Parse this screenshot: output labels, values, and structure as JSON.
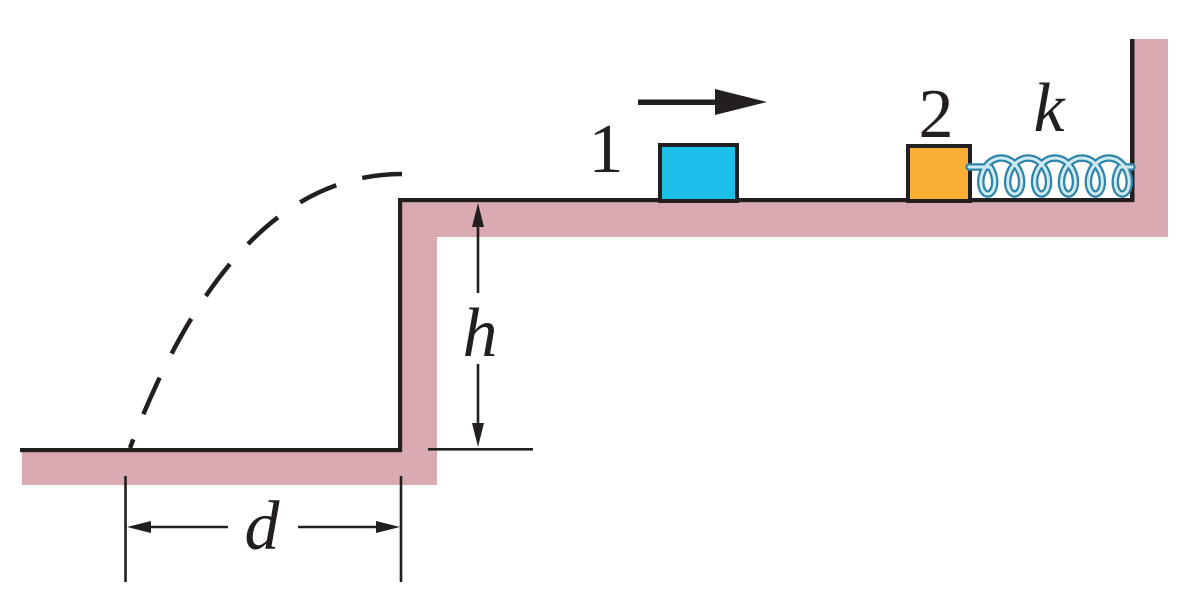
{
  "figure": {
    "labels": {
      "block1": "1",
      "block2": "2",
      "spring_constant": "k",
      "cliff_height": "h",
      "landing_distance": "d"
    },
    "colors": {
      "surface_fill": "#D9AAB2",
      "block1_fill": "#1BBFE9",
      "block2_fill": "#FBAE34",
      "spring_outline": "#2F85A8",
      "spring_core": "#CFE9F3",
      "line": "#231F20"
    }
  }
}
